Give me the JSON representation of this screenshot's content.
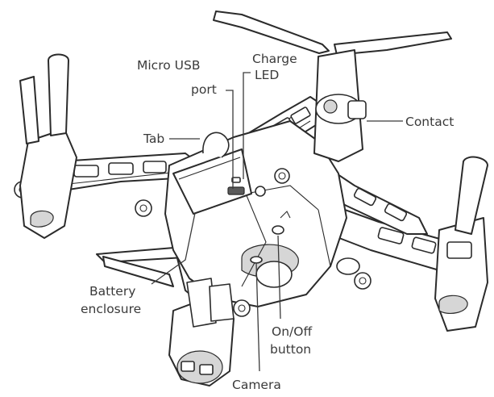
{
  "labels": {
    "micro_usb_line1": "Micro USB",
    "micro_usb_line2": "port",
    "charge_led_line1": "Charge",
    "charge_led_line2": "LED",
    "contact": "Contact",
    "tab": "Tab",
    "battery_line1": "Battery",
    "battery_line2": "enclosure",
    "onoff_line1": "On/Off",
    "onoff_line2": "button",
    "camera": "Camera"
  },
  "colors": {
    "line": "#2b2b2b",
    "shade": "#d6d6d6",
    "text": "#3a3a3a"
  }
}
